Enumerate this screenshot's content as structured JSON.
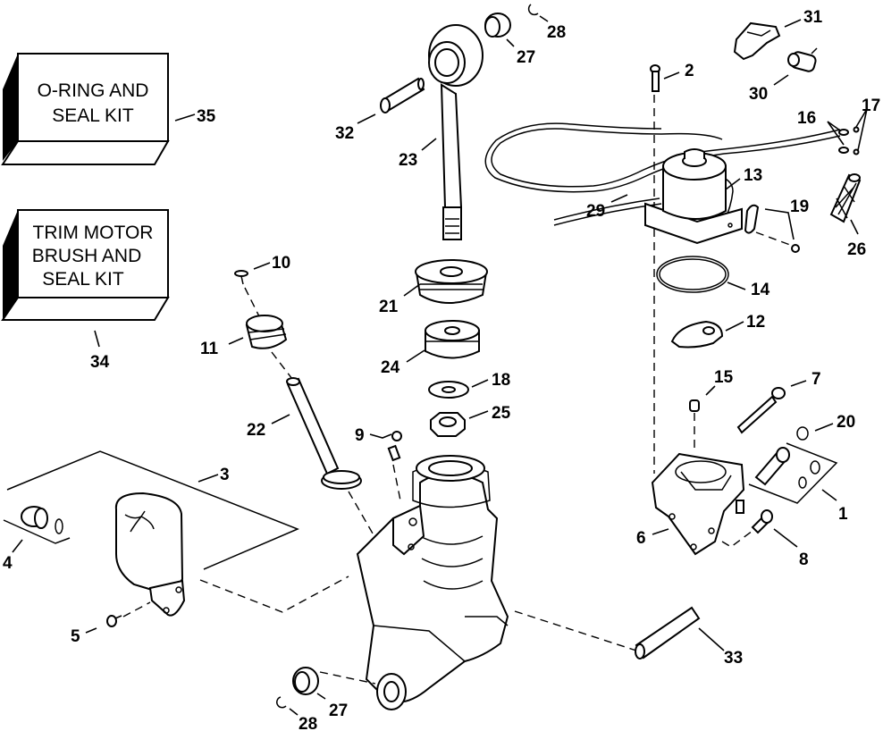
{
  "diagram": {
    "type": "exploded-parts-diagram",
    "kits": [
      {
        "part_number": "35",
        "lines": [
          "O-RING AND",
          "SEAL KIT"
        ]
      },
      {
        "part_number": "34",
        "lines": [
          "TRIM MOTOR",
          "BRUSH AND",
          "SEAL KIT"
        ]
      }
    ],
    "callouts": {
      "c1": "1",
      "c2": "2",
      "c3": "3",
      "c4": "4",
      "c5": "5",
      "c6": "6",
      "c7": "7",
      "c8": "8",
      "c9": "9",
      "c10": "10",
      "c11": "11",
      "c12": "12",
      "c13": "13",
      "c14": "14",
      "c15": "15",
      "c16": "16",
      "c17": "17",
      "c18": "18",
      "c19": "19",
      "c20": "20",
      "c21": "21",
      "c22": "22",
      "c23": "23",
      "c24": "24",
      "c25": "25",
      "c26": "26",
      "c27a": "27",
      "c27b": "27",
      "c28a": "28",
      "c28b": "28",
      "c29": "29",
      "c30": "30",
      "c31": "31",
      "c32": "32",
      "c33": "33",
      "c34": "34",
      "c35": "35"
    }
  }
}
